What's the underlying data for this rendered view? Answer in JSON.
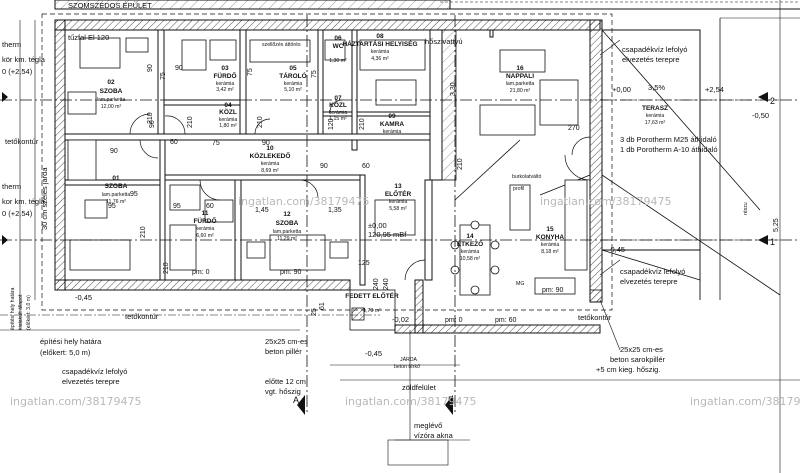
{
  "colors": {
    "line": "#111111",
    "wall_fill": "#ffffff",
    "grid": "#cfcfcf",
    "watermark": "#b9b9b9"
  },
  "top_label": "SZOMSZÉDOS ÉPÜLET",
  "top_left_fragment": "tár",
  "rooms": [
    {
      "id": "02",
      "name": "SZOBA",
      "material": "lam.parketta",
      "area": "12,00 m²"
    },
    {
      "id": "03",
      "name": "FÜRDŐ",
      "material": "kerámia",
      "area": "3,42 m²"
    },
    {
      "id": "04",
      "name": "KÖZL",
      "material": "kerámia",
      "area": "1,80 m²"
    },
    {
      "id": "05",
      "name": "TÁROLÓ",
      "material": "kerámia",
      "area": "5,10 m²"
    },
    {
      "id": "06",
      "name": "WC",
      "material": "",
      "area": "1,30 m²"
    },
    {
      "id": "07",
      "name": "KÖZL",
      "material": "kerámia",
      "area": "1,15 m²"
    },
    {
      "id": "08",
      "name": "HÁZTARTÁSI HELYISÉG",
      "material": "kerámia",
      "area": "4,36 m²"
    },
    {
      "id": "09",
      "name": "KAMRA",
      "material": "kerámia",
      "area": ""
    },
    {
      "id": "10",
      "name": "KÖZLEKEDŐ",
      "material": "kerámia",
      "area": "8,69 m²"
    },
    {
      "id": "01",
      "name": "SZOBA",
      "material": "lam.parketta",
      "area": "11,76 m²"
    },
    {
      "id": "11",
      "name": "FÜRDŐ",
      "material": "kerámia",
      "area": "6,60 m²"
    },
    {
      "id": "12",
      "name": "SZOBA",
      "material": "lam.parketta",
      "area": "11,29 m²"
    },
    {
      "id": "13",
      "name": "ELŐTÉR",
      "material": "kerámia",
      "area": "5,58 m²"
    },
    {
      "id": "14",
      "name": "ÉTKEZŐ",
      "material": "kerámia",
      "area": "10,58 m²"
    },
    {
      "id": "15",
      "name": "KONYHA",
      "material": "kerámia",
      "area": "8,18 m²"
    },
    {
      "id": "16",
      "name": "NAPPALI",
      "material": "lam.parketta",
      "area": "21,80 m²"
    },
    {
      "id": "",
      "name": "TERASZ",
      "material": "kerámia",
      "area": "17,63 m²"
    },
    {
      "id": "",
      "name": "FEDETT ELŐTÉR",
      "material": "",
      "area": "1,79 m²"
    }
  ],
  "texts": {
    "tuzfal": "tűzfal El 120",
    "szellozes": "szellőzés áttörés",
    "hoszivattyu": "hőszivattyú",
    "csapadek1": "csapadékvíz lefolyó",
    "csapadek1b": "elvezetés terepre",
    "level_pos1": "+0,00",
    "slope": "3,5%",
    "level_pos2": "+2,54",
    "level_neg050": "-0,50",
    "level_neg045": "-0,45",
    "athidalo1": "3 db Porotherm M25 áthidaló",
    "athidalo2": "1 db Porotherm A-10 áthidaló",
    "burkolat": "burkolatváltó",
    "profil": "profil",
    "elev_main": "±0,00",
    "elev_main2": "120,95 mBf",
    "elev_fedett": "-0,02",
    "left_therm1": "therm",
    "left_ko": "kör km. tégla",
    "left_254": "0 (+2,54)",
    "left_therm2": "therm",
    "left_ko2": "kor km. tégla",
    "left_254b": "0 (+2,54)",
    "tetokontur": "tetőkontúr",
    "jarda_vertical": "30 cm széles járda",
    "epitesi_hely": "építési hely határa",
    "kialakult": "kialakult állapot",
    "elokert": "(előkért: 3,0 m)",
    "epitesi_hely2": "építési hely határa",
    "elokert2": "(előkert: 5,0 m)",
    "csapadek2": "csapadékvíz lefolyó",
    "csapadek2b": "elvezetés terepre",
    "csapadek3": "csapadékvíz lefolyó",
    "csapadek3b": "elvezetés terepre",
    "piller1": "25x25 cm-es",
    "piller1b": "beton pillér",
    "piller1c": "előtte 12 cm",
    "piller1d": "vgt. hőszig",
    "piller2": "25x25 cm-es",
    "piller2b": "beton sarokpillér",
    "piller2c": "+5 cm kieg. hőszig.",
    "jarda": "JÁRDA",
    "beton_terko": "beton térkő",
    "zoldfelulet": "zöldfelület",
    "vizora1": "meglévő",
    "vizora2": "vízóra akna",
    "reszu": "részu",
    "mg": "MG",
    "axisA": "A",
    "axisB": "B",
    "axis1": "1",
    "axis2": "2",
    "watermark": "ingatlan.com/38179475"
  },
  "dimensions": [
    "90",
    "75",
    "210",
    "210",
    "75",
    "210",
    "90",
    "75",
    "120",
    "210",
    "10",
    "10",
    "90",
    "60",
    "75",
    "90",
    "10",
    "90",
    "60",
    "10",
    "95",
    "60",
    "95",
    "95",
    "1,45",
    "90",
    "1,35",
    "210",
    "90",
    "90",
    "210",
    "90",
    "3,30",
    "210",
    "270",
    "5,25",
    "25",
    "61",
    "25",
    "pm: 0",
    "pm: 0",
    "pm: 90",
    "pm: 60",
    "pm: 60",
    "pm: 90",
    "pm: 90",
    "240",
    "240",
    "125"
  ]
}
